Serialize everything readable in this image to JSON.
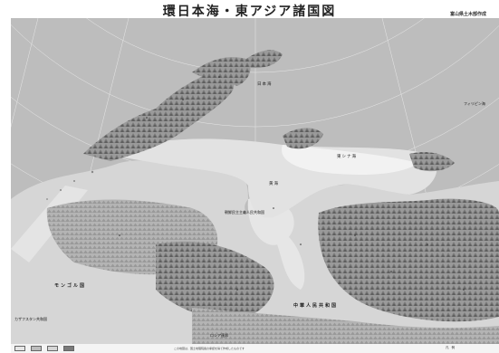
{
  "title": "環日本海・東アジア諸国図",
  "credit": "富山県土木部作成",
  "map": {
    "labels": {
      "japan_sea": "日本海",
      "philippine_sea": "フィリピン海",
      "north_korea": "朝鮮民主主義人民共和国",
      "mongolia": "モンゴル国",
      "china": "中華人民共和国",
      "russia": "ロシア連邦",
      "yellow_sea": "黄海",
      "east_china_sea": "東シナ海",
      "kazakhstan": "カザフスタン共和国"
    }
  },
  "legend": {
    "kanji_strip": "凡例",
    "copyright": "この地図は、国土地理院長の承認を得て作成したものです"
  },
  "colors": {
    "sea_deep": "#b8b8b8",
    "sea_shallow": "#e6e6e6",
    "land_low": "#d4d4d4",
    "land_high": "#7a7a7a"
  }
}
